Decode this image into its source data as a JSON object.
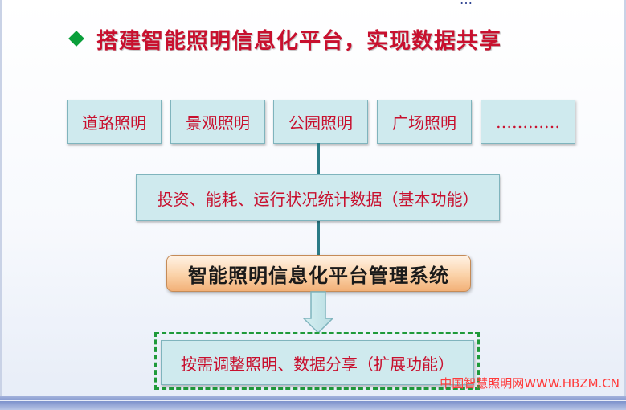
{
  "title": "搭建智能照明信息化平台，实现数据共享",
  "top_corner_text": "…",
  "categories": [
    "道路照明",
    "景观照明",
    "公园照明",
    "广场照明",
    "…………"
  ],
  "middle_box": "投资、能耗、运行状况统计数据（基本功能）",
  "center_box": "智能照明信息化平台管理系统",
  "bottom_box": "按需调整照明、数据分享（扩展功能）",
  "watermark": "中国智慧照明网WWW.HBZM.CN",
  "colors": {
    "title_red": "#c8102e",
    "bullet_green": "#0a9f3a",
    "box_fill": "#cfeaee",
    "connector": "#2b7b86",
    "dashed_green": "#1f9a3a"
  }
}
